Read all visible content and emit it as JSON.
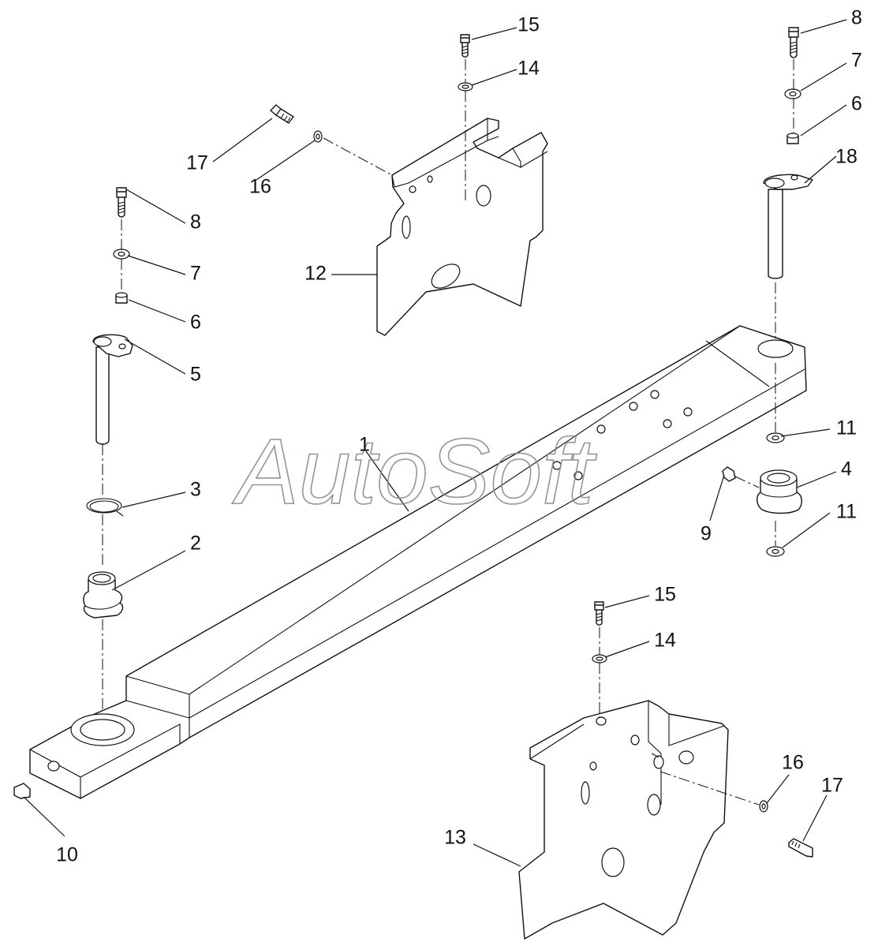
{
  "watermark": "AutoSoft",
  "callouts": [
    "1",
    "2",
    "3",
    "4",
    "5",
    "6",
    "7",
    "8",
    "9",
    "10",
    "11",
    "12",
    "13",
    "14",
    "15",
    "16",
    "17",
    "18"
  ],
  "colors": {
    "ink": "#111111",
    "paper": "#ffffff",
    "watermark": "#8a8a8a"
  }
}
